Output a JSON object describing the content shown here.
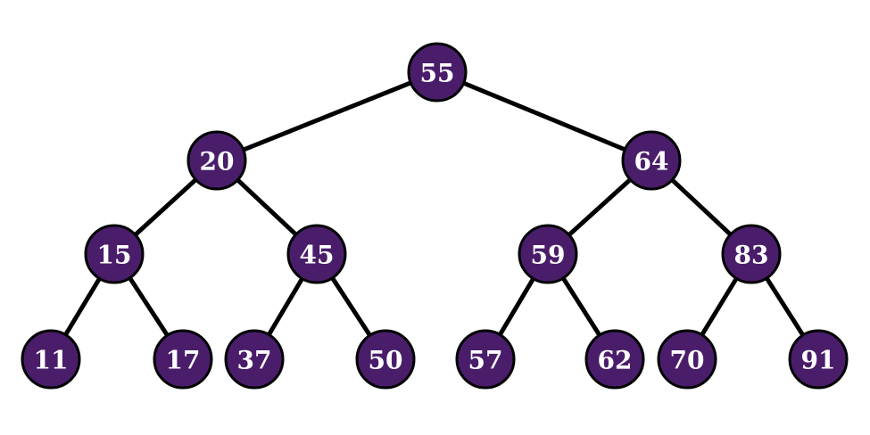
{
  "colors": {
    "node_fill": "#4a1d6b",
    "node_stroke": "#000000",
    "edge": "#000000",
    "label": "#ffffff",
    "background": "#ffffff"
  },
  "tree": {
    "type": "binary-search-tree",
    "root": "55",
    "nodes": [
      {
        "id": "n55",
        "label": "55",
        "depth": 0
      },
      {
        "id": "n20",
        "label": "20",
        "depth": 1
      },
      {
        "id": "n64",
        "label": "64",
        "depth": 1
      },
      {
        "id": "n15",
        "label": "15",
        "depth": 2
      },
      {
        "id": "n45",
        "label": "45",
        "depth": 2
      },
      {
        "id": "n59",
        "label": "59",
        "depth": 2
      },
      {
        "id": "n83",
        "label": "83",
        "depth": 2
      },
      {
        "id": "n11",
        "label": "11",
        "depth": 3
      },
      {
        "id": "n17",
        "label": "17",
        "depth": 3
      },
      {
        "id": "n37",
        "label": "37",
        "depth": 3
      },
      {
        "id": "n50",
        "label": "50",
        "depth": 3
      },
      {
        "id": "n57",
        "label": "57",
        "depth": 3
      },
      {
        "id": "n62",
        "label": "62",
        "depth": 3
      },
      {
        "id": "n70",
        "label": "70",
        "depth": 3
      },
      {
        "id": "n91",
        "label": "91",
        "depth": 3
      }
    ],
    "edges": [
      {
        "from": "n55",
        "to": "n20"
      },
      {
        "from": "n55",
        "to": "n64"
      },
      {
        "from": "n20",
        "to": "n15"
      },
      {
        "from": "n20",
        "to": "n45"
      },
      {
        "from": "n64",
        "to": "n59"
      },
      {
        "from": "n64",
        "to": "n83"
      },
      {
        "from": "n15",
        "to": "n11"
      },
      {
        "from": "n15",
        "to": "n17"
      },
      {
        "from": "n45",
        "to": "n37"
      },
      {
        "from": "n45",
        "to": "n50"
      },
      {
        "from": "n59",
        "to": "n57"
      },
      {
        "from": "n59",
        "to": "n62"
      },
      {
        "from": "n83",
        "to": "n70"
      },
      {
        "from": "n83",
        "to": "n91"
      }
    ]
  }
}
